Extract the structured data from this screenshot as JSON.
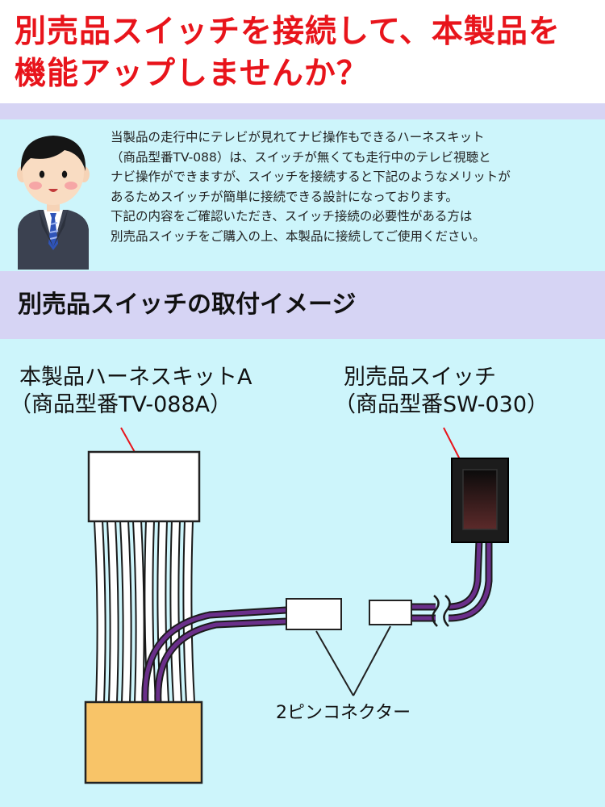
{
  "header": {
    "headline_line1": "別売品スイッチを接続して、本製品を",
    "headline_line2": "機能アップしませんか？"
  },
  "intro": {
    "text": "当製品の走行中にテレビが見れてナビ操作もできるハーネスキット\n（商品型番TV-088）は、スイッチが無くても走行中のテレビ視聴と\nナビ操作ができますが、スイッチを接続すると下記のようなメリットが\nあるためスイッチが簡単に接続できる設計になっております。\n下記の内容をご確認いただき、スイッチ接続の必要性がある方は\n別売品スイッチをご購入の上、本製品に接続してご使用ください。"
  },
  "section": {
    "title": "別売品スイッチの取付イメージ"
  },
  "diagram": {
    "harness_name": "本製品ハーネスキットA",
    "harness_model": "（商品型番TV-088A）",
    "switch_name": "別売品スイッチ",
    "switch_model": "（商品型番SW-030）",
    "connector_label": "2ピンコネクター"
  },
  "colors": {
    "headline": "#e8141b",
    "lavender": "#d6d4f4",
    "cyan_bg": "#cdf5fb",
    "purple_wire": "#6a2f8a",
    "orange_connector": "#f8c468"
  }
}
